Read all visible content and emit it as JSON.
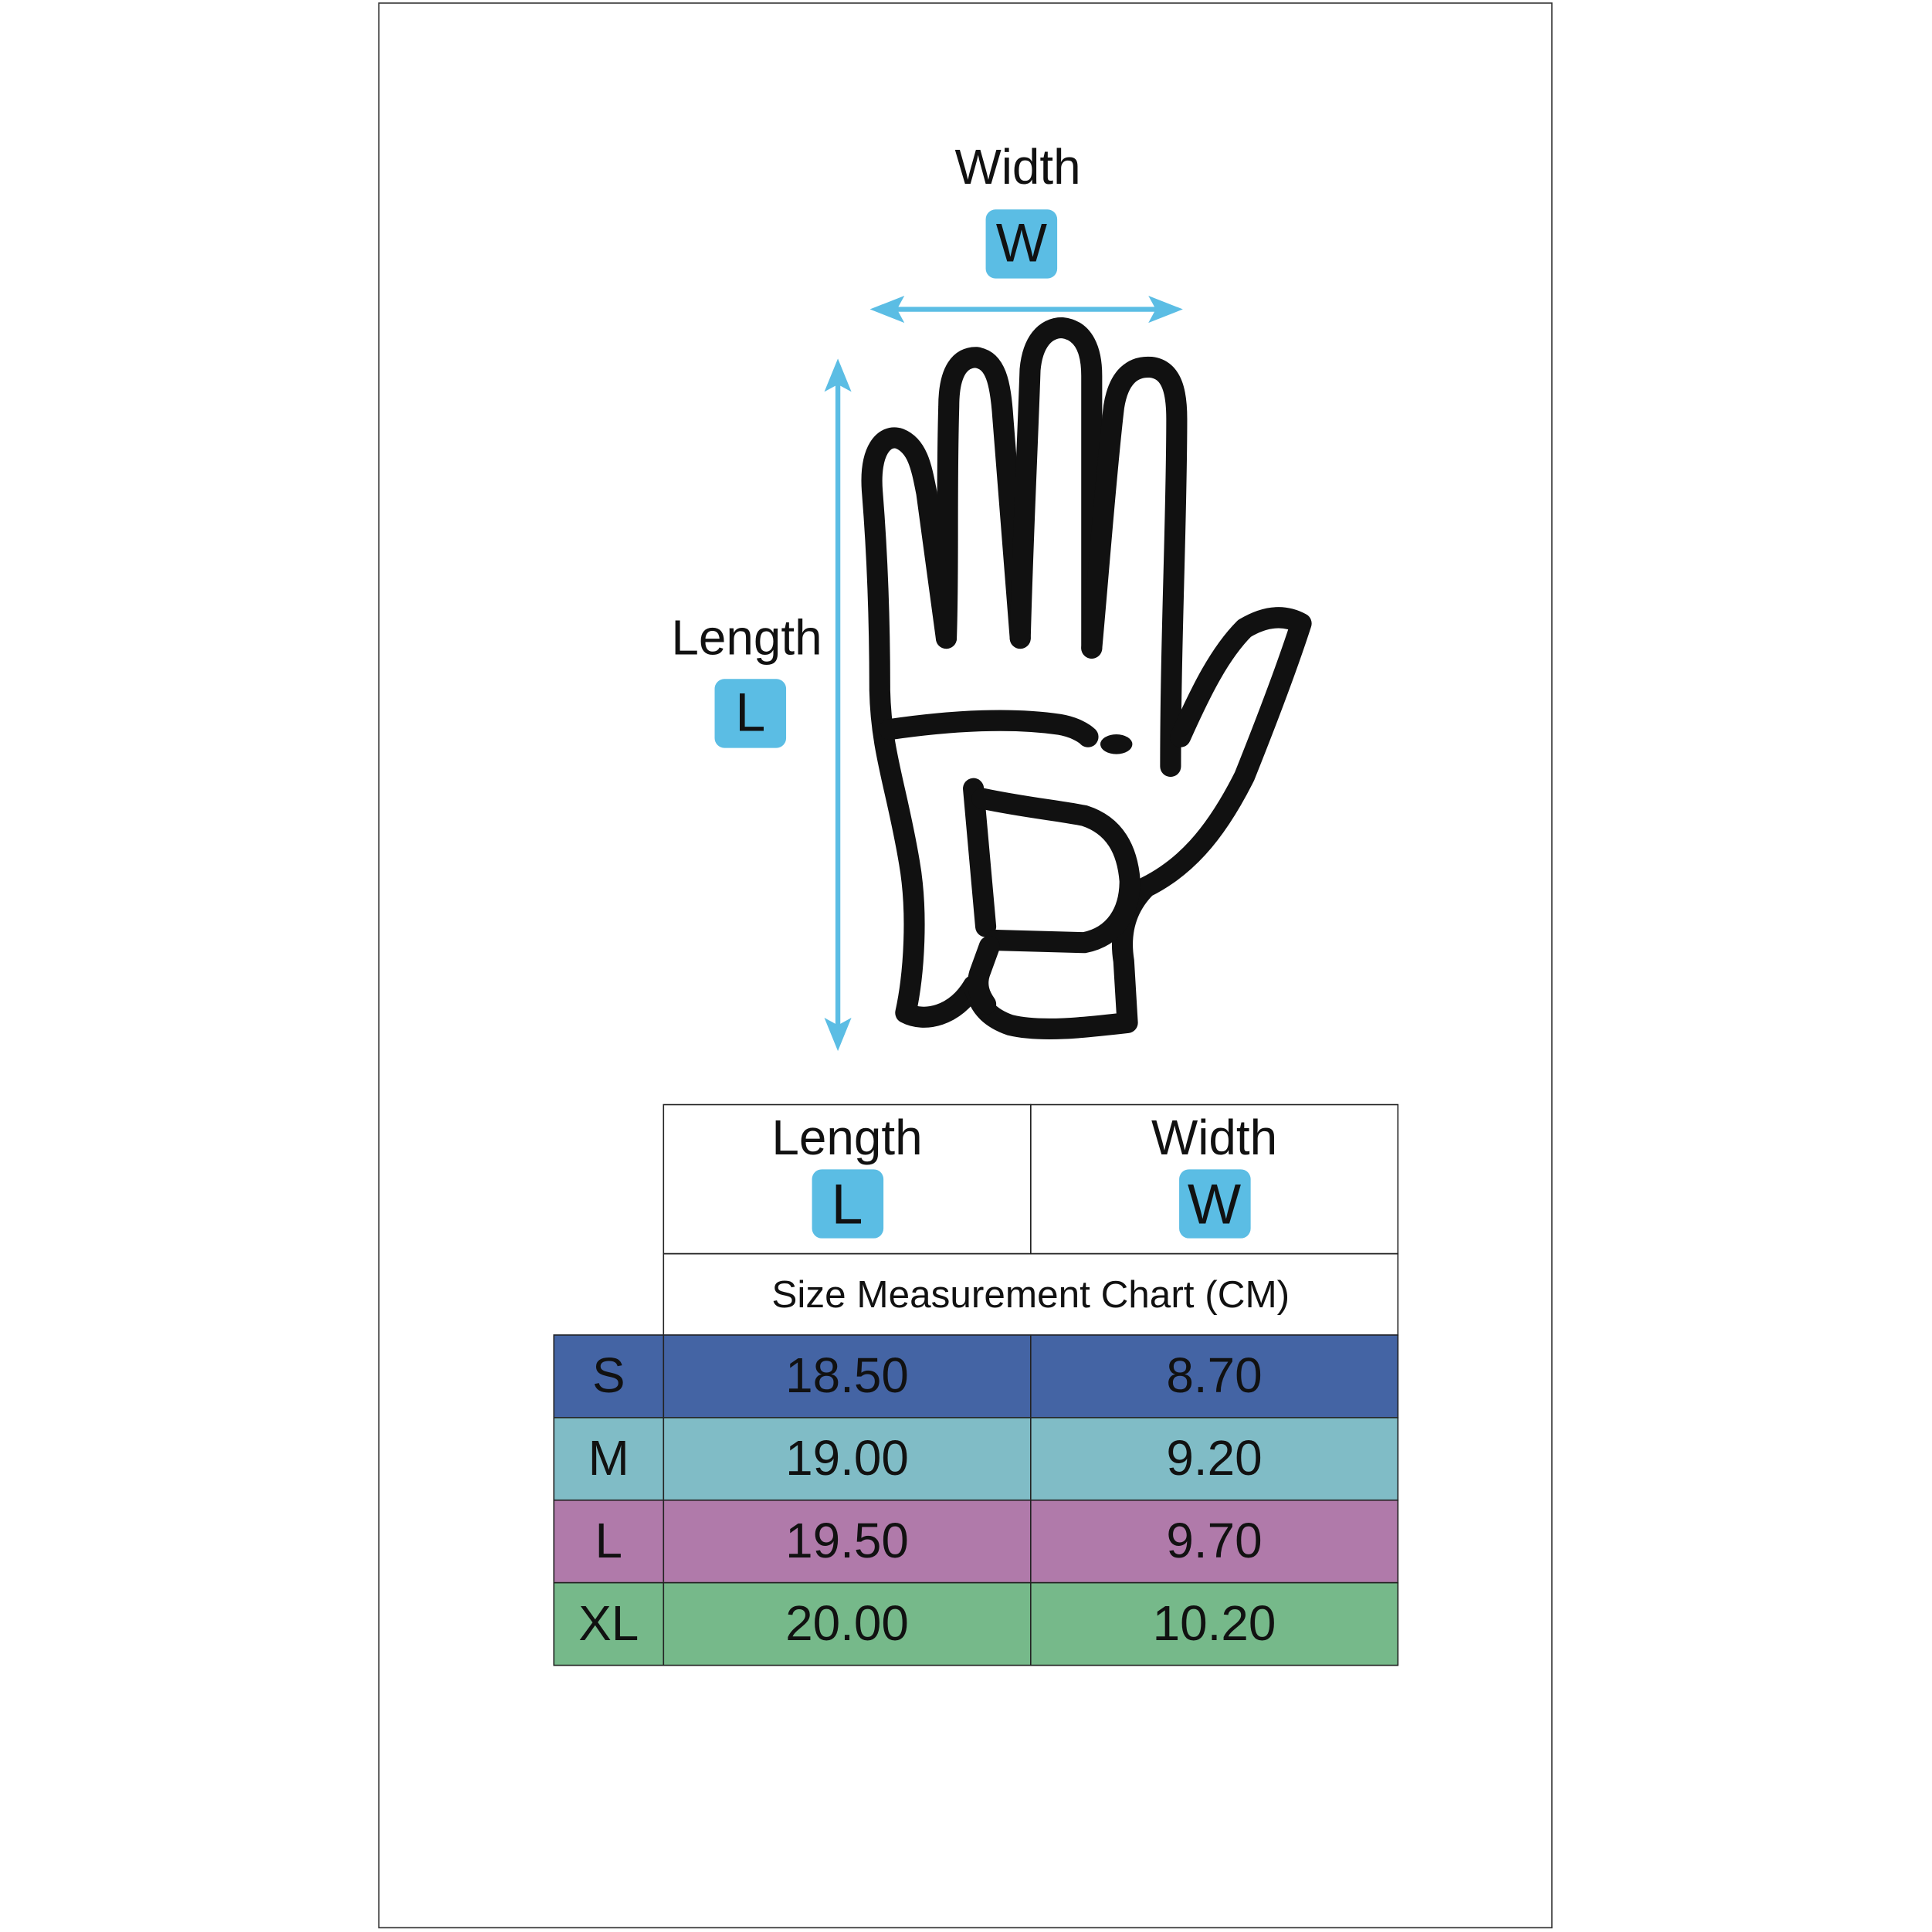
{
  "diagram": {
    "width_label": "Width",
    "width_badge": "W",
    "length_label": "Length",
    "length_badge": "L",
    "badge_color": "#5bbde4",
    "arrow_color": "#5bbde4"
  },
  "table": {
    "columns": [
      {
        "label": "Length",
        "badge": "L"
      },
      {
        "label": "Width",
        "badge": "W"
      }
    ],
    "subtitle": "Size Measurement Chart (CM)",
    "rows": [
      {
        "size": "S",
        "length": "18.50",
        "width": "8.70",
        "color": "#4464a4"
      },
      {
        "size": "M",
        "length": "19.00",
        "width": "9.20",
        "color": "#80bcc6"
      },
      {
        "size": "L",
        "length": "19.50",
        "width": "9.70",
        "color": "#b07aaa"
      },
      {
        "size": "XL",
        "length": "20.00",
        "width": "10.20",
        "color": "#76b98a"
      }
    ]
  }
}
